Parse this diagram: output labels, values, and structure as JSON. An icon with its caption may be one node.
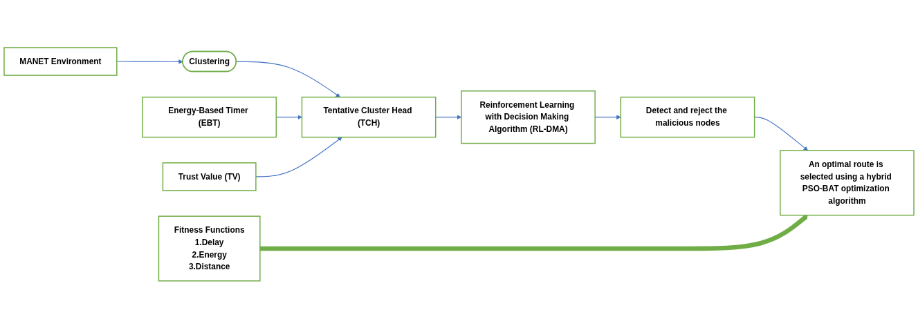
{
  "diagram": {
    "nodes": [
      {
        "text": [
          "MANET Environment"
        ]
      },
      {
        "text": [
          "Clustering"
        ]
      },
      {
        "text": [
          "Tentative Cluster Head (TCH)"
        ]
      },
      {
        "text": [
          "Energy-Based Timer (EBT)"
        ]
      },
      {
        "text": [
          "Trust Value (TV)"
        ]
      },
      {
        "text": [
          "Reinforcement Learning with Decision Making Algorithm (RL-DMA)"
        ]
      },
      {
        "text": [
          "Detect and reject the malicious nodes"
        ]
      },
      {
        "text": [
          "An optimal route is selected using a hybrid PSO-BAT optimization algorithm"
        ]
      },
      {
        "text": [
          "Fitness Functions",
          "1.Delay",
          "2.Energy",
          "3.Distance"
        ]
      }
    ],
    "edges": [
      {
        "from": 0,
        "to": 1,
        "arrow": "to"
      },
      {
        "from": 1,
        "to": 2,
        "arrow": "to"
      },
      {
        "from": 3,
        "to": 2,
        "arrow": "to"
      },
      {
        "from": 4,
        "to": 2,
        "arrow": "to"
      },
      {
        "from": 2,
        "to": 5,
        "arrow": "to"
      },
      {
        "from": 5,
        "to": 6,
        "arrow": "to"
      },
      {
        "from": 6,
        "to": 7,
        "arrow": "to"
      },
      {
        "from": 8,
        "to": 7,
        "arrow": "to",
        "style": "thick",
        "color": "#70ad47"
      }
    ]
  }
}
